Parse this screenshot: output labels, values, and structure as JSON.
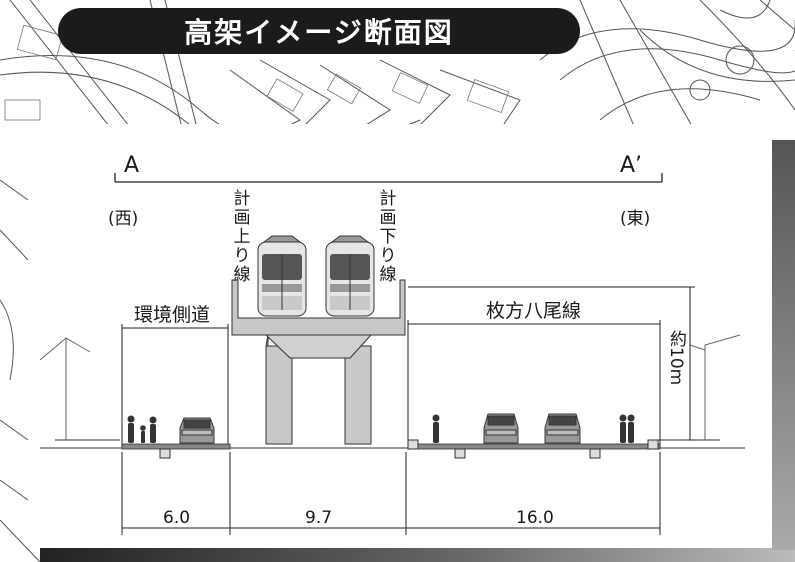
{
  "title": "高架イメージ断面図",
  "section": {
    "left_mark": "A",
    "right_mark": "A’"
  },
  "directions": {
    "west": "(西)",
    "east": "(東)"
  },
  "tracks": {
    "up_line": "計画上り線",
    "down_line": "計画下り線"
  },
  "roads": {
    "left": "環境側道",
    "right": "枚方八尾線"
  },
  "height_label": "約10m",
  "dimensions": [
    "6.0",
    "9.7",
    "16.0"
  ],
  "icons": [
    "train-icon",
    "car-icon",
    "pedestrian-icon",
    "house-outline-icon"
  ]
}
